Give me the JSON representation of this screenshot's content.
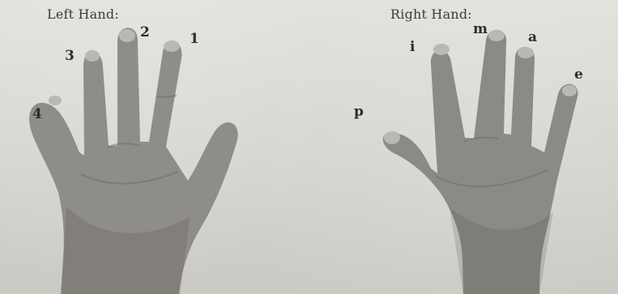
{
  "titles": {
    "left": "Left Hand:",
    "right": "Right Hand:"
  },
  "left_labels": {
    "thumb_index": "1",
    "middle": "2",
    "ring": "3",
    "pinky": "4"
  },
  "right_labels": {
    "thumb": "p",
    "index": "i",
    "middle": "m",
    "ring": "a",
    "pinky": "e"
  }
}
